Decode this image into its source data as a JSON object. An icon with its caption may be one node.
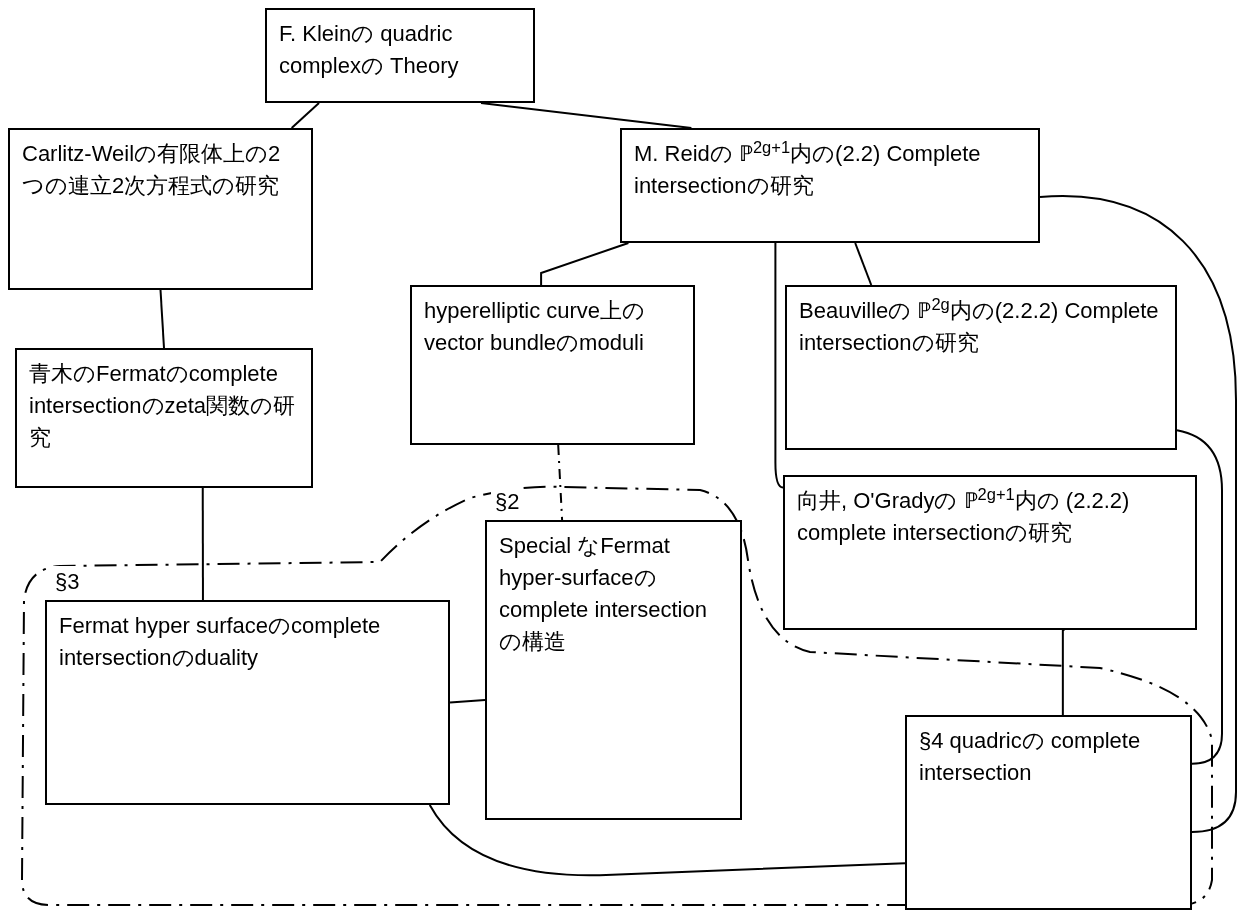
{
  "diagram": {
    "nodes": [
      {
        "text": [
          "F. Kleinの quadric complexの Theory"
        ]
      },
      {
        "text": [
          "Carlitz-Weilの有限体上の2つの連立2次方程式の研究"
        ]
      },
      {
        "text": [
          "M. Reidの ℙ$^{2g+1}$内の(2.2) Complete intersectionの研究"
        ]
      },
      {
        "text": [
          "hyperelliptic curve上のvector bundleのmoduli"
        ]
      },
      {
        "text": [
          "Beauvilleの ℙ$^{2g}$内の(2.2.2) Complete intersectionの研究"
        ]
      },
      {
        "text": [
          "青木のFermatのcomplete intersectionのzeta関数の研究"
        ]
      },
      {
        "text": [
          "向井, O'Gradyの ℙ$^{2g+1}$内の (2.2.2) complete intersectionの研究"
        ]
      },
      {
        "text": [
          "§2",
          "Special なFermat hyper-surfaceのcomplete intersectionの構造"
        ]
      },
      {
        "text": [
          "§3",
          "Fermat hyper surfaceのcomplete intersectionのduality"
        ]
      },
      {
        "text": [
          "§4 quadricの complete intersection"
        ]
      }
    ],
    "edges": [
      {
        "from": 0,
        "to": 1,
        "arrow": "none"
      },
      {
        "from": 0,
        "to": 2,
        "arrow": "none"
      },
      {
        "from": 1,
        "to": 5,
        "arrow": "none"
      },
      {
        "from": 2,
        "to": 3,
        "arrow": "none"
      },
      {
        "from": 2,
        "to": 4,
        "arrow": "none"
      },
      {
        "from": 2,
        "to": 6,
        "arrow": "none"
      },
      {
        "from": 2,
        "to": 9,
        "arrow": "none"
      },
      {
        "from": 4,
        "to": 9,
        "arrow": "none"
      },
      {
        "from": 3,
        "to": 7,
        "arrow": "none",
        "style": "dashed"
      },
      {
        "from": 5,
        "to": 8,
        "arrow": "none"
      },
      {
        "from": 8,
        "to": 7,
        "arrow": "none"
      },
      {
        "from": 8,
        "to": 9,
        "arrow": "none"
      },
      {
        "from": 6,
        "to": 9,
        "arrow": "none"
      }
    ]
  }
}
